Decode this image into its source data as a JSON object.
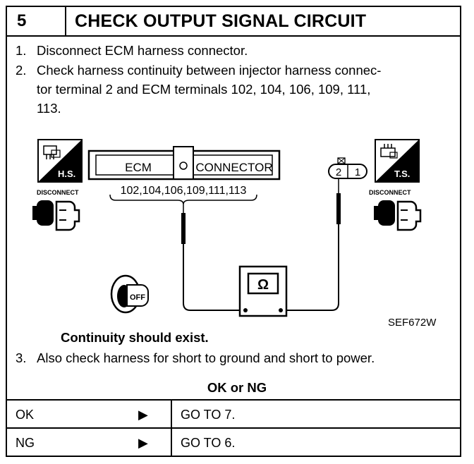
{
  "header": {
    "step": "5",
    "title": "CHECK OUTPUT SIGNAL CIRCUIT"
  },
  "instructions": [
    {
      "num": "1.",
      "lines": [
        "Disconnect ECM harness connector."
      ]
    },
    {
      "num": "2.",
      "lines": [
        "Check harness continuity between injector harness connec-",
        "tor terminal 2 and ECM terminals 102, 104, 106, 109, 111,",
        "113."
      ]
    },
    {
      "num": "3.",
      "lines": [
        "Also check harness for short to ground and short to power."
      ]
    }
  ],
  "diagram": {
    "ecm_label": "ECM",
    "connector_label": "CONNECTOR",
    "terminals": "102,104,106,109,111,113",
    "injector_pins": [
      "2",
      "1"
    ],
    "hs_label": "H.S.",
    "ts_label": "T.S.",
    "disconnect_left": "DISCONNECT",
    "disconnect_right": "DISCONNECT",
    "ohm_symbol": "Ω",
    "key_label": "OFF",
    "figure_code": "SEF672W"
  },
  "continuity_note": "Continuity should exist.",
  "result_heading": "OK or NG",
  "results": [
    {
      "label": "OK",
      "arrow": "▶",
      "action": "GO TO 7."
    },
    {
      "label": "NG",
      "arrow": "▶",
      "action": "GO TO 6."
    }
  ]
}
